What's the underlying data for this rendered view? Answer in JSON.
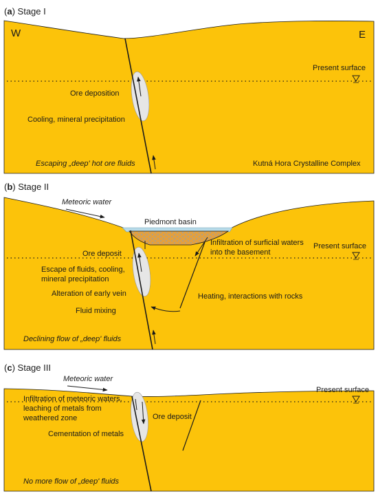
{
  "stage_a": {
    "letter": "a",
    "title": " Stage I",
    "west": "W",
    "east": "E",
    "present_surface": "Present surface",
    "ore_deposition": "Ore deposition",
    "cooling": "Cooling, mineral precipitation",
    "escaping": "Escaping „deep' hot ore fluids",
    "complex": "Kutná Hora Crystalline Complex"
  },
  "stage_b": {
    "letter": "b",
    "title": " Stage II",
    "meteoric": "Meteoric water",
    "basin": "Piedmont basin",
    "ore_deposit": "Ore deposit",
    "infiltration_1": "Infiltration of surficial waters",
    "infiltration_2": "into the basement",
    "present_surface": "Present surface",
    "escape_1": "Escape of fluids, cooling,",
    "escape_2": "mineral precipitation",
    "alteration": "Alteration of early vein",
    "heating": "Heating, interactions with rocks",
    "mixing": "Fluid mixing",
    "declining": "Declining flow of „deep' fluids"
  },
  "stage_c": {
    "letter": "c",
    "title": " Stage III",
    "meteoric": "Meteoric water",
    "present_surface": "Present surface",
    "infiltration_1": "Infiltration of meteoric waters,",
    "infiltration_2": "leaching of metals from",
    "infiltration_3": "weathered zone",
    "ore_deposit": "Ore deposit",
    "cementation": "Cementation of metals",
    "no_more": "No more flow of „deep' fluids"
  },
  "colors": {
    "rock": "#fcc30a",
    "sediment": "#e2a040",
    "water": "#b8dbe9",
    "vein": "#e6e6e6",
    "line": "#1a1a1a"
  }
}
